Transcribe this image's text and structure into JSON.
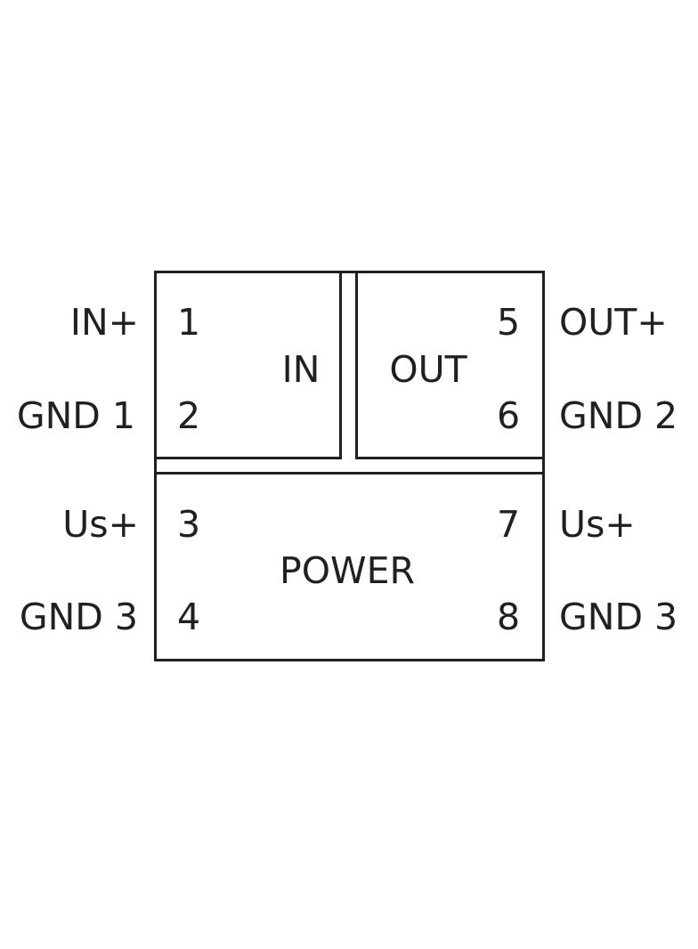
{
  "diagram": {
    "colors": {
      "ink": "#231f20",
      "background": "#ffffff"
    },
    "blocks": {
      "in": "IN",
      "out": "OUT",
      "power": "POWER"
    },
    "left_labels": {
      "pin1": "IN+",
      "pin2": "GND 1",
      "pin3": "Us+",
      "pin4": "GND 3"
    },
    "right_labels": {
      "pin5": "OUT+",
      "pin6": "GND 2",
      "pin7": "Us+",
      "pin8": "GND 3"
    },
    "pins": {
      "p1": "1",
      "p2": "2",
      "p3": "3",
      "p4": "4",
      "p5": "5",
      "p6": "6",
      "p7": "7",
      "p8": "8"
    }
  }
}
